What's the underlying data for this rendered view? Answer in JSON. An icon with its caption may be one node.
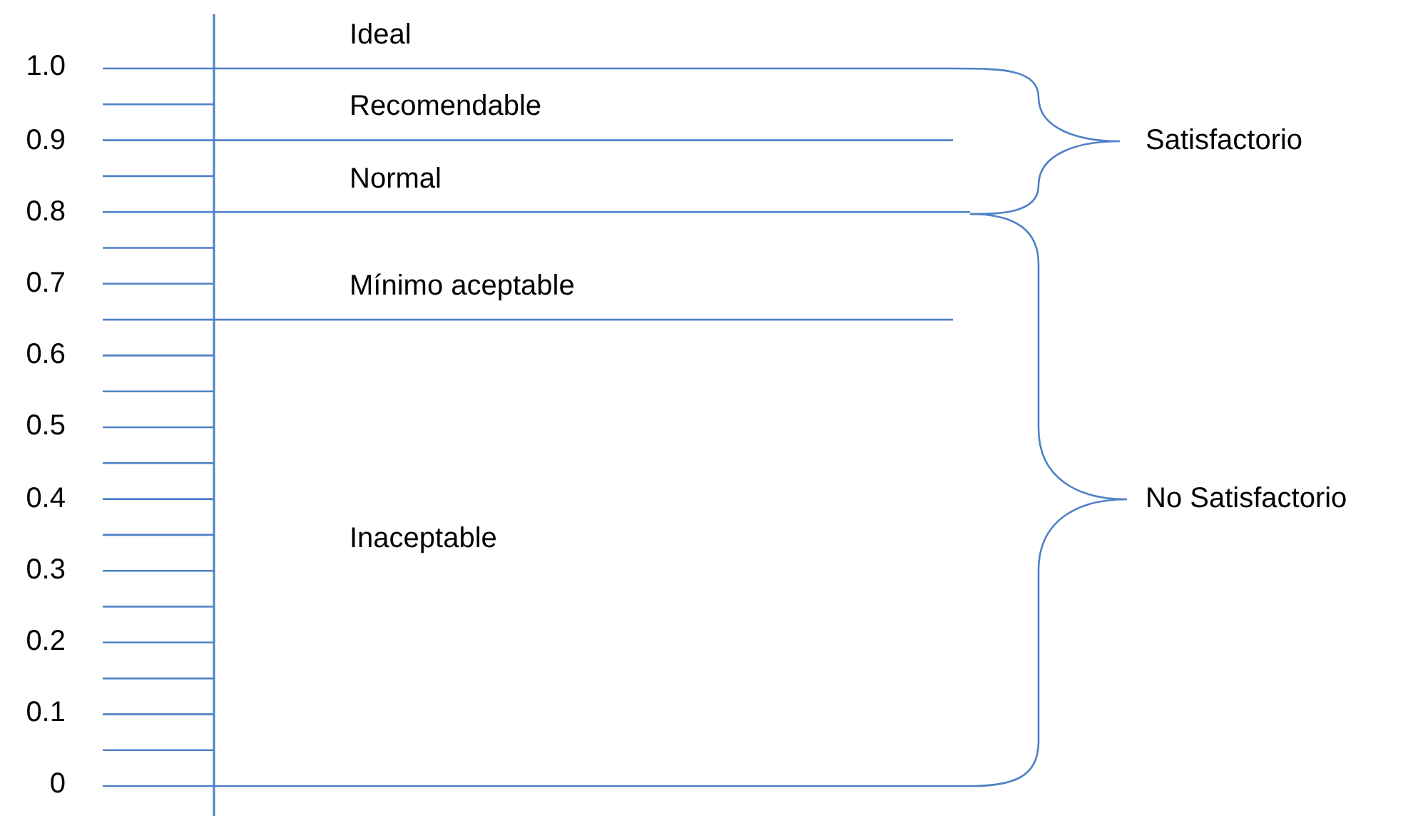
{
  "diagram": {
    "labels": [
      "Ideal",
      "1.0",
      "Recomendable",
      "0.9",
      "Satisfactorio",
      "Normal",
      "0.8",
      "0.7",
      "Mínimo aceptable",
      "0.6",
      "0.5",
      "0.4",
      "No Satisfactorio",
      "Inaceptable",
      "0.3",
      "0.2",
      "0.1",
      "0"
    ]
  }
}
